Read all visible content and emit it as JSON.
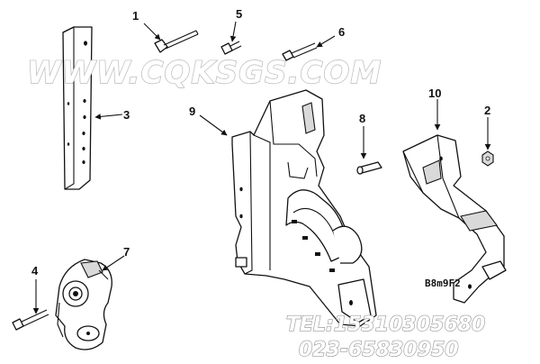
{
  "diagram": {
    "callouts": [
      {
        "id": "1",
        "label": "1"
      },
      {
        "id": "2",
        "label": "2"
      },
      {
        "id": "3",
        "label": "3"
      },
      {
        "id": "4",
        "label": "4"
      },
      {
        "id": "5",
        "label": "5"
      },
      {
        "id": "6",
        "label": "6"
      },
      {
        "id": "7",
        "label": "7"
      },
      {
        "id": "8",
        "label": "8"
      },
      {
        "id": "9",
        "label": "9"
      },
      {
        "id": "10",
        "label": "10"
      }
    ],
    "drawing_stamp": "B8m9F2"
  },
  "watermark": {
    "site": "WWW.CQKSGS.COM",
    "phone_1": "TEL:15310305680",
    "phone_2": "023-65830950"
  }
}
